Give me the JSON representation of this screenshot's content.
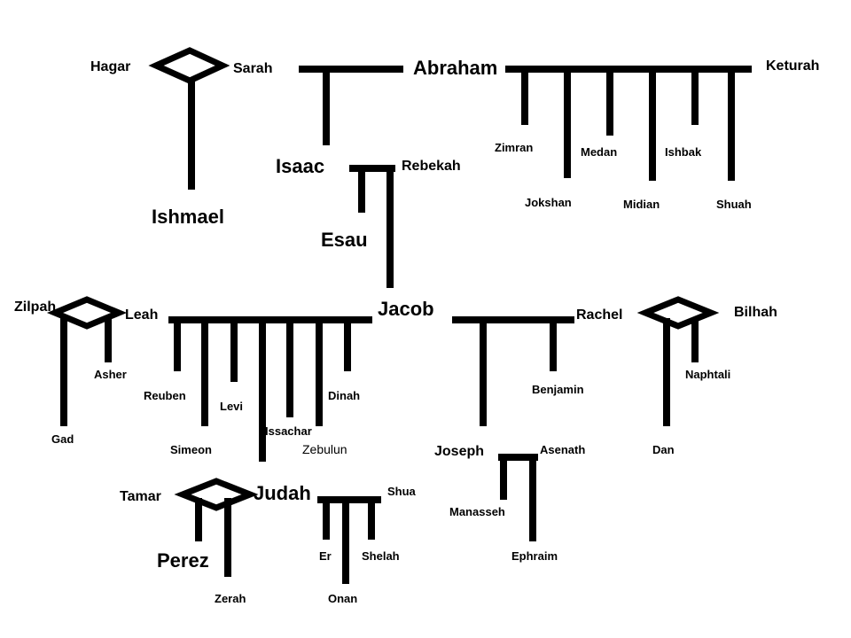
{
  "diagram": {
    "people": {
      "hagar": "Hagar",
      "sarah": "Sarah",
      "abraham": "Abraham",
      "keturah": "Keturah",
      "ishmael": "Ishmael",
      "isaac": "Isaac",
      "rebekah": "Rebekah",
      "esau": "Esau",
      "jacob": "Jacob",
      "zimran": "Zimran",
      "jokshan": "Jokshan",
      "medan": "Medan",
      "midian": "Midian",
      "ishbak": "Ishbak",
      "shuah": "Shuah",
      "zilpah": "Zilpah",
      "leah": "Leah",
      "rachel": "Rachel",
      "bilhah": "Bilhah",
      "asher": "Asher",
      "gad": "Gad",
      "reuben": "Reuben",
      "simeon": "Simeon",
      "levi": "Levi",
      "issachar": "Issachar",
      "zebulun": "Zebulun",
      "dinah": "Dinah",
      "benjamin": "Benjamin",
      "naphtali": "Naphtali",
      "dan": "Dan",
      "joseph": "Joseph",
      "asenath": "Asenath",
      "manasseh": "Manasseh",
      "ephraim": "Ephraim",
      "tamar": "Tamar",
      "judah": "Judah",
      "shua": "Shua",
      "perez": "Perez",
      "zerah": "Zerah",
      "er": "Er",
      "onan": "Onan",
      "shelah": "Shelah"
    }
  }
}
